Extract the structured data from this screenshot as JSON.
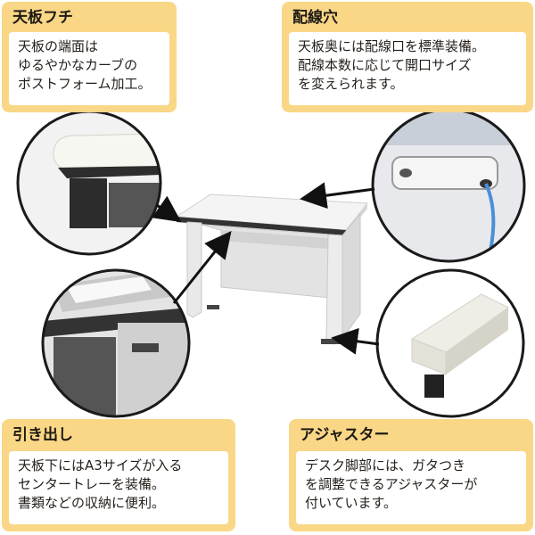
{
  "callouts": {
    "edge": {
      "title": "天板フチ",
      "text": "天板の端面は\nゆるやかなカーブの\nポストフォーム加工。"
    },
    "wiring": {
      "title": "配線穴",
      "text": "天板奥には配線口を標準装備。\n配線本数に応じて開口サイズ\nを変えられます。"
    },
    "drawer": {
      "title": "引き出し",
      "text": "天板下にはA3サイズが入る\nセンタートレーを装備。\n書類などの収納に便利。"
    },
    "adjuster": {
      "title": "アジャスター",
      "text": "デスク脚部には、ガタつき\nを調整できるアジャスターが\n付いています。"
    }
  },
  "colors": {
    "callout_bg": "#f9d787",
    "desk_white": "#eeeeee",
    "desk_edge": "#3a3a3a",
    "cable_blue": "#4a90d9",
    "circle_border": "#1a1a1a"
  },
  "icons": [
    "arrow-icon"
  ]
}
